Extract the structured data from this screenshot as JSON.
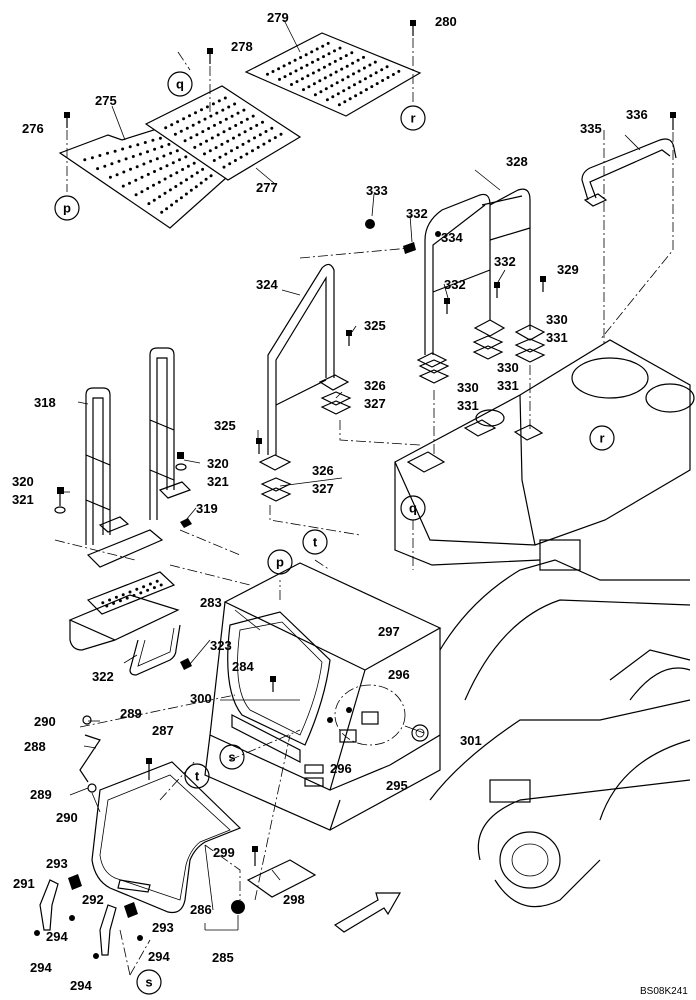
{
  "drawing_code": "BS08K241",
  "parts": {
    "p275": "275",
    "p276": "276",
    "p277": "277",
    "p278": "278",
    "p279": "279",
    "p280": "280",
    "p283": "283",
    "p284": "284",
    "p285": "285",
    "p286": "286",
    "p287": "287",
    "p288": "288",
    "p289a": "289",
    "p289b": "289",
    "p290a": "290",
    "p290b": "290",
    "p291": "291",
    "p292": "292",
    "p293a": "293",
    "p293b": "293",
    "p294a": "294",
    "p294b": "294",
    "p294c": "294",
    "p294d": "294",
    "p295": "295",
    "p296a": "296",
    "p296b": "296",
    "p297": "297",
    "p298": "298",
    "p299": "299",
    "p300": "300",
    "p301": "301",
    "p318": "318",
    "p319": "319",
    "p320a": "320",
    "p320b": "320",
    "p321a": "321",
    "p321b": "321",
    "p322": "322",
    "p323": "323",
    "p324": "324",
    "p325a": "325",
    "p325b": "325",
    "p326a": "326",
    "p326b": "326",
    "p327a": "327",
    "p327b": "327",
    "p328": "328",
    "p329": "329",
    "p330a": "330",
    "p330b": "330",
    "p330c": "330",
    "p331a": "331",
    "p331b": "331",
    "p331c": "331",
    "p332a": "332",
    "p332b": "332",
    "p332c": "332",
    "p333": "333",
    "p334": "334",
    "p335": "335",
    "p336": "336"
  },
  "refs": {
    "p_top": "p",
    "p_body": "p",
    "q_top": "q",
    "q_body": "q",
    "r_top": "r",
    "r_body": "r",
    "s_left": "s",
    "s_body": "s",
    "t_cover": "t",
    "t_body": "t"
  }
}
